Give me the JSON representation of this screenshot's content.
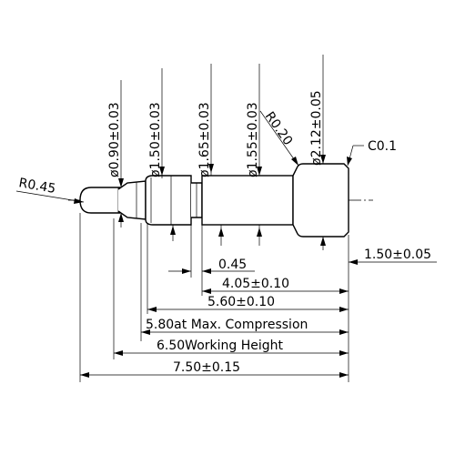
{
  "dimensions": {
    "r_tip": "R0.45",
    "d_tip": "ø0.90±0.03",
    "d_plunger": "ø1.50±0.03",
    "d_collar": "ø1.65±0.03",
    "d_barrel": "ø1.55±0.03",
    "r_fillet": "R0.20",
    "d_head": "ø2.12±0.05",
    "chamfer": "C0.1",
    "groove": "0.45",
    "head_len": "1.50±0.05",
    "barrel_len": "4.05±0.10",
    "total_sleeve": "5.60±0.10",
    "max_compression": "5.80at Max. Compression",
    "working_height": "6.50Working Height",
    "total_len": "7.50±0.15"
  }
}
